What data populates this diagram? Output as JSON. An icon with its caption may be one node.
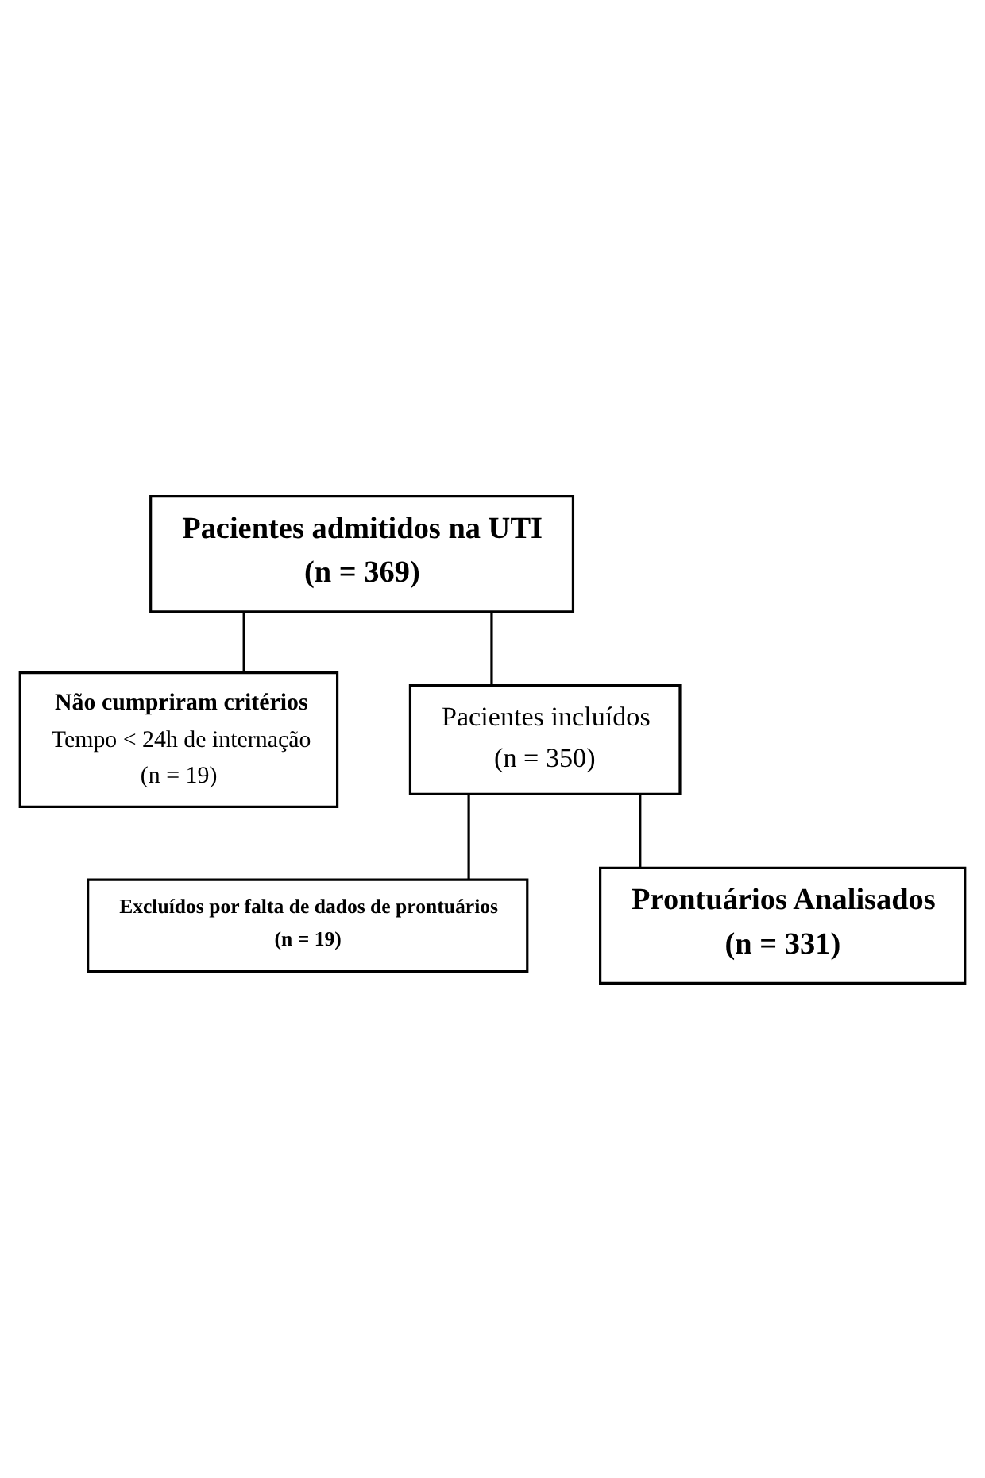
{
  "diagram": {
    "nodes": [
      {
        "text": [
          "Pacientes admitidos na UTI",
          "(n = 369)"
        ]
      },
      {
        "text": [
          "Não cumpriram critérios",
          "Tempo < 24h de internação",
          "(n = 19)"
        ]
      },
      {
        "text": [
          "Pacientes incluídos",
          "(n = 350)"
        ]
      },
      {
        "text": [
          "Excluídos por falta de dados de prontuários",
          "(n = 19)"
        ]
      },
      {
        "text": [
          "Prontuários Analisados",
          "(n = 331)"
        ]
      }
    ],
    "edges": [
      {
        "from": 0,
        "to": 1,
        "arrow": "none"
      },
      {
        "from": 0,
        "to": 2,
        "arrow": "none"
      },
      {
        "from": 2,
        "to": 3,
        "arrow": "none"
      },
      {
        "from": 2,
        "to": 4,
        "arrow": "none"
      }
    ]
  }
}
